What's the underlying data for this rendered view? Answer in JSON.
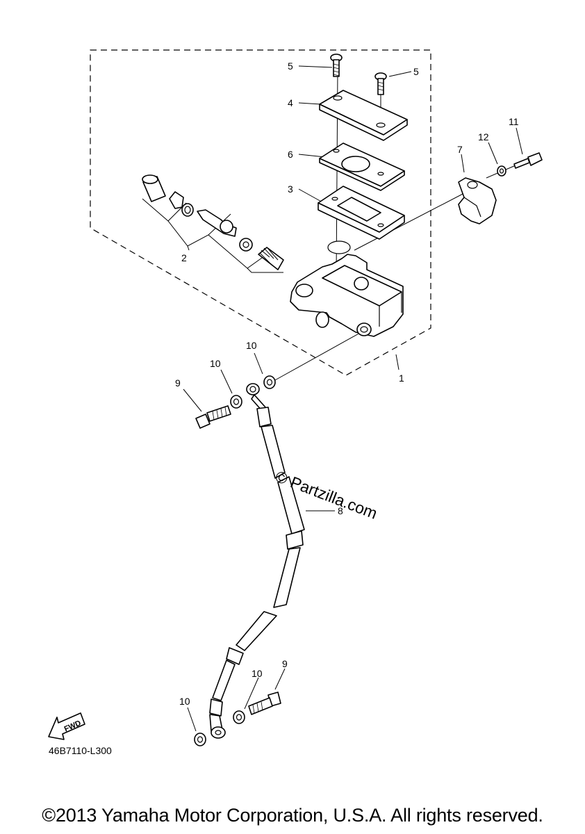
{
  "diagram": {
    "callouts": {
      "c1": "1",
      "c2": "2",
      "c3": "3",
      "c4": "4",
      "c5a": "5",
      "c5b": "5",
      "c6": "6",
      "c7": "7",
      "c8": "8",
      "c9a": "9",
      "c9b": "9",
      "c10a": "10",
      "c10b": "10",
      "c10c": "10",
      "c10d": "10",
      "c11": "11",
      "c12": "12"
    },
    "fwd_label": "FWD",
    "drawing_code": "46B7110-L300",
    "watermark": "© Partzilla.com",
    "copyright": "©2013 Yamaha Motor Corporation, U.S.A. All rights reserved."
  }
}
